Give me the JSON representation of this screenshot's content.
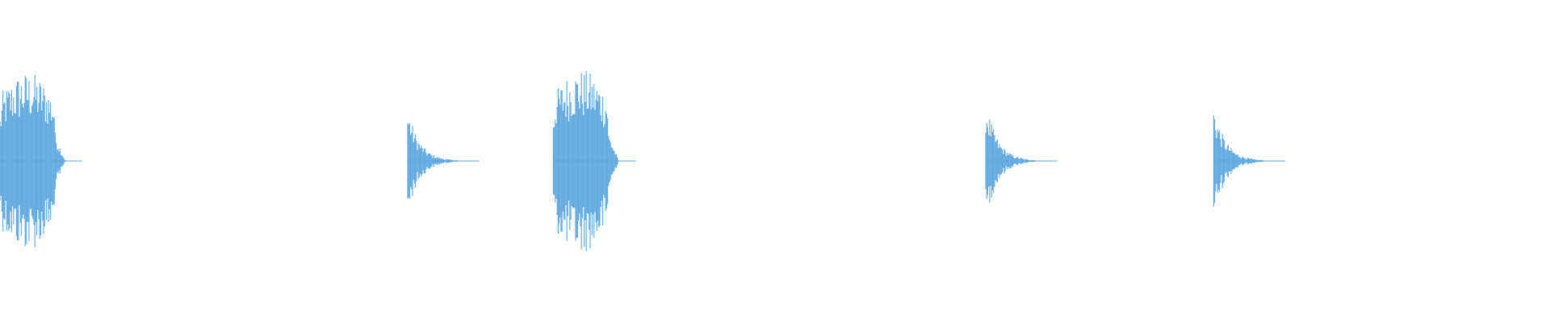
{
  "colors": {
    "background": "#ffffff",
    "waveform": "#5ba6df"
  },
  "waveform": {
    "duration_fraction_note": "",
    "clips": [
      {
        "start": 0.0,
        "length": 0.047,
        "peak": 0.94,
        "shape": "swell"
      },
      {
        "start": 0.263,
        "length": 0.04,
        "peak": 0.57,
        "shape": "decay"
      },
      {
        "start": 0.357,
        "length": 0.047,
        "peak": 0.97,
        "shape": "swell"
      },
      {
        "start": 0.636,
        "length": 0.04,
        "peak": 0.64,
        "shape": "decay"
      },
      {
        "start": 0.783,
        "length": 0.04,
        "peak": 0.6,
        "shape": "decay"
      }
    ]
  }
}
